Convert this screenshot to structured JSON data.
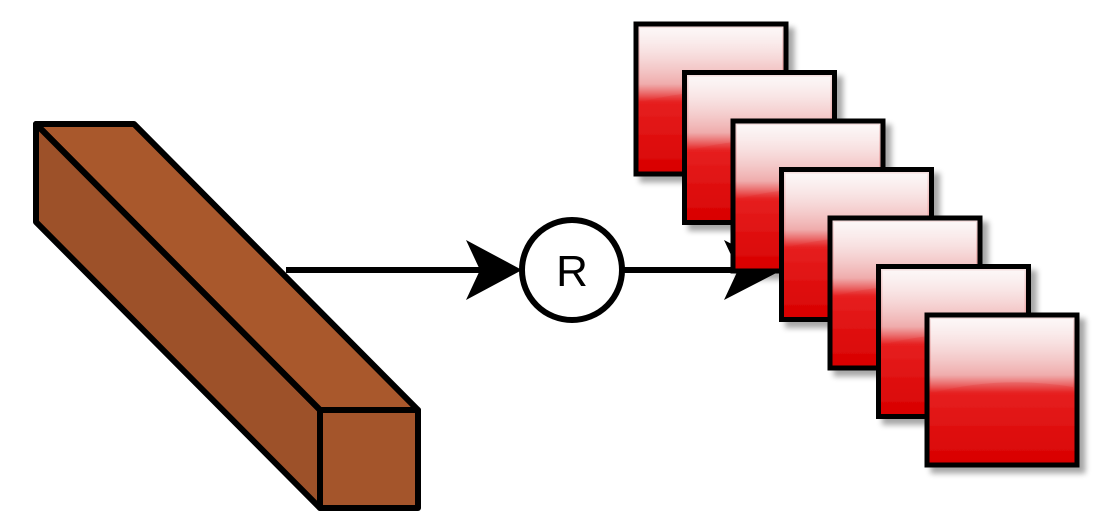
{
  "diagram": {
    "nodes": [
      {
        "id": "block",
        "shape": "wooden-beam",
        "label": ""
      },
      {
        "id": "operator",
        "shape": "circle",
        "label": "R"
      },
      {
        "id": "tiles",
        "shape": "stack-of-red-squares",
        "count": 7,
        "label": ""
      }
    ],
    "edges": [
      {
        "from": "block",
        "to": "operator",
        "arrow": "end"
      },
      {
        "from": "operator",
        "to": "tiles",
        "arrow": "end"
      }
    ],
    "colors": {
      "beam_face": "#a0522d",
      "beam_front": "#99502b",
      "outline": "#000000",
      "tile_red": "#ee0000",
      "tile_highlight": "#f2d8d8",
      "circle_fill": "#ffffff"
    }
  }
}
